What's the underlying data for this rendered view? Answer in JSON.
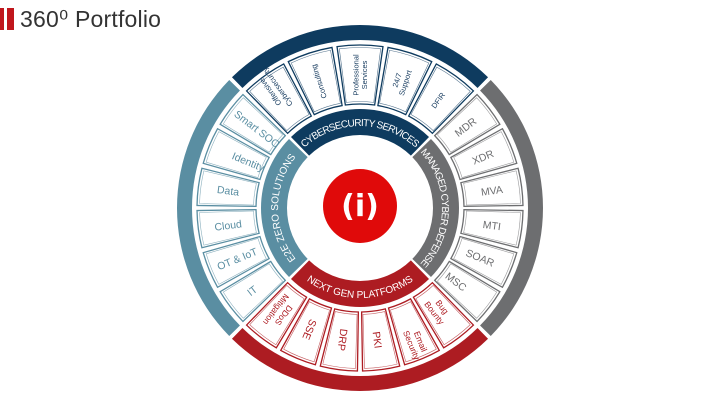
{
  "slide": {
    "title": "360⁰ Portfolio",
    "accent_color": "#c0161c"
  },
  "logo": {
    "text": "(i)",
    "color": "#e00a0a",
    "icon": "info-logo-icon"
  },
  "quadrants": [
    {
      "id": "cybersecurity-services",
      "label": "CYBERSECURITY SERVICES",
      "color": "#0e3b5f",
      "text_color": "#1b3f62",
      "items": [
        {
          "lines": [
            "Offensive",
            "Cybersecurity"
          ]
        },
        {
          "lines": [
            "Consulting"
          ]
        },
        {
          "lines": [
            "Professional",
            "Services"
          ]
        },
        {
          "lines": [
            "24/7",
            "Support"
          ]
        },
        {
          "lines": [
            "DFIR"
          ]
        }
      ]
    },
    {
      "id": "managed-cyber-defense",
      "label": "MANAGED CYBER DEFENSE",
      "color": "#6d6e70",
      "text_color": "#6d6e70",
      "items": [
        {
          "lines": [
            "MDR"
          ]
        },
        {
          "lines": [
            "XDR"
          ]
        },
        {
          "lines": [
            "MVA"
          ]
        },
        {
          "lines": [
            "MTI"
          ]
        },
        {
          "lines": [
            "SOAR"
          ]
        },
        {
          "lines": [
            "MSC"
          ]
        }
      ]
    },
    {
      "id": "next-gen-platforms",
      "label": "NEXT GEN PLATFORMS",
      "color": "#ad1c22",
      "text_color": "#ad1c22",
      "items": [
        {
          "lines": [
            "Bug",
            "Bounty"
          ]
        },
        {
          "lines": [
            "Email",
            "Security"
          ]
        },
        {
          "lines": [
            "PKI"
          ]
        },
        {
          "lines": [
            "DRP"
          ]
        },
        {
          "lines": [
            "SSE"
          ]
        },
        {
          "lines": [
            "DDoS",
            "Mitigation"
          ]
        }
      ]
    },
    {
      "id": "e2e-zero-solutions",
      "label": "E2E ZERO SOLUTIONS",
      "color": "#5a8ea2",
      "text_color": "#5a8ea2",
      "items": [
        {
          "lines": [
            "IT"
          ]
        },
        {
          "lines": [
            "OT & IoT"
          ]
        },
        {
          "lines": [
            "Cloud"
          ]
        },
        {
          "lines": [
            "Data"
          ]
        },
        {
          "lines": [
            "Identity"
          ]
        },
        {
          "lines": [
            "Smart SOC"
          ]
        }
      ]
    }
  ]
}
